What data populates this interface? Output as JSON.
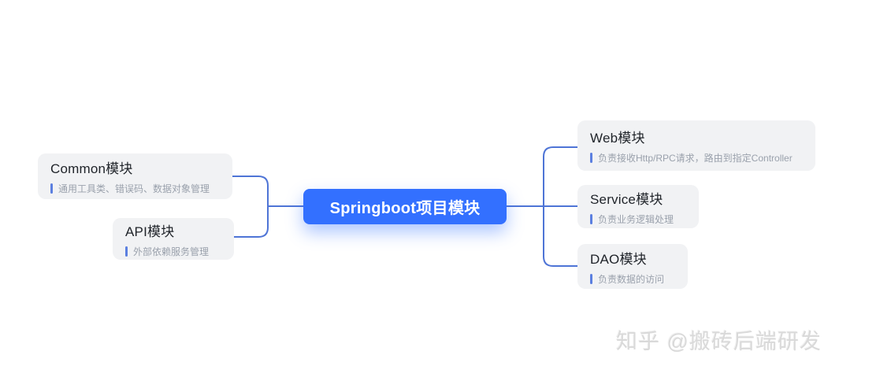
{
  "diagram": {
    "root": {
      "label": "Springboot项目模块"
    },
    "left_nodes": [
      {
        "title": "Common模块",
        "desc": "通用工具类、错误码、数据对象管理"
      },
      {
        "title": "API模块",
        "desc": "外部依赖服务管理"
      }
    ],
    "right_nodes": [
      {
        "title": "Web模块",
        "desc": "负责接收Http/RPC请求，路由到指定Controller"
      },
      {
        "title": "Service模块",
        "desc": "负责业务逻辑处理"
      },
      {
        "title": "DAO模块",
        "desc": "负责数据的访问"
      }
    ]
  },
  "watermark": {
    "text": "知乎 @搬砖后端研发"
  },
  "colors": {
    "background": "#ffffff",
    "root_bg": "#3370ff",
    "root_text": "#ffffff",
    "node_bg": "#f1f2f4",
    "node_title": "#1f2329",
    "node_desc": "#9aa1ac",
    "desc_bar": "#5b7fe0",
    "connector": "#4e74d6",
    "watermark": "#d9d9d9"
  }
}
